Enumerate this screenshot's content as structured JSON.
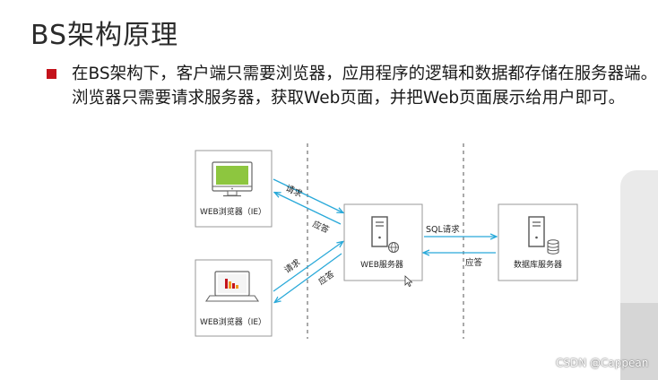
{
  "slide": {
    "title": "BS架构原理",
    "bullet_lines": [
      "在BS架构下，客户端只需要浏览器，应用程序的逻辑和数据都存储在服务器端。",
      "浏览器只需要请求服务器，获取Web页面，并把Web页面展示给用户即可。"
    ]
  },
  "diagram": {
    "browser_top_label": "WEB浏览器（IE）",
    "browser_bottom_label": "WEB浏览器（IE）",
    "web_server_label": "WEB服务器",
    "db_server_label": "数据库服务器",
    "arrow_request_top": "请求",
    "arrow_response_top": "应答",
    "arrow_request_bottom": "请求",
    "arrow_response_bottom": "应答",
    "arrow_sql_request": "SQL请求",
    "arrow_db_response": "应答"
  },
  "colors": {
    "accent_red": "#c4121b",
    "arrow_blue": "#29a9d9",
    "monitor_green": "#8dc63f",
    "box_border": "#9a9a9a"
  },
  "watermark": {
    "footer": "CSDN @Cappean"
  }
}
